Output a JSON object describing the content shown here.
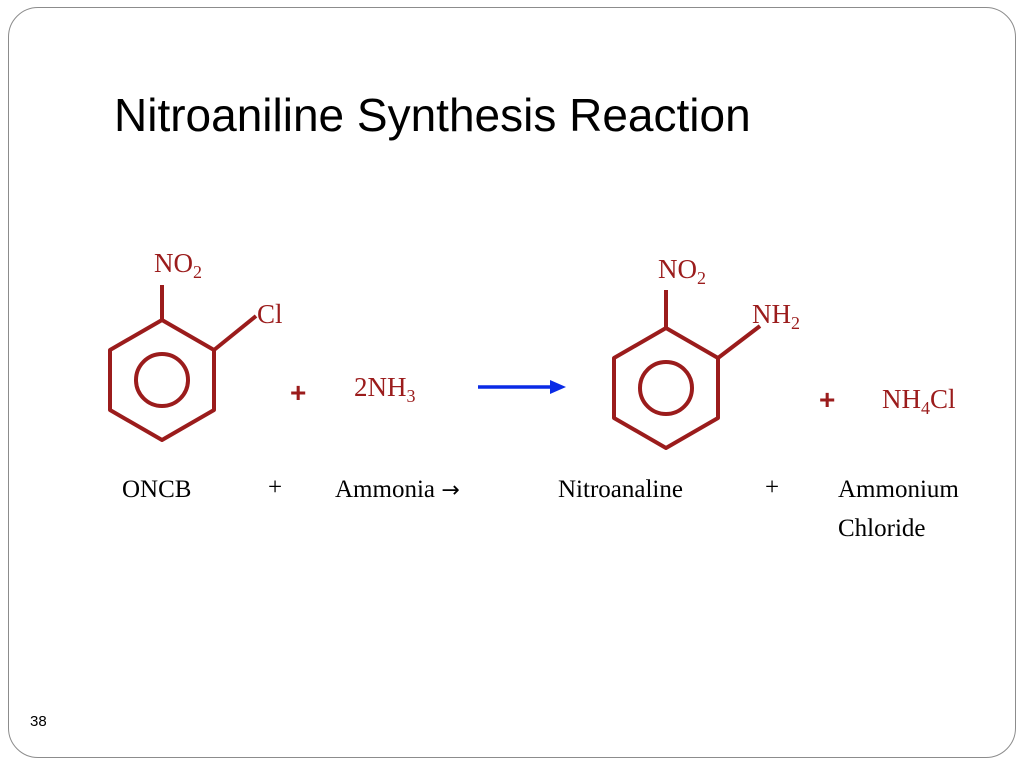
{
  "slide": {
    "title": "Nitroaniline Synthesis Reaction",
    "page_number": "38"
  },
  "colors": {
    "structure": "#9b1c1c",
    "arrow": "#0a2be6",
    "text": "#000000"
  },
  "reaction": {
    "reactant1": {
      "substituent_top": {
        "main": "NO",
        "sub": "2"
      },
      "substituent_side": "Cl"
    },
    "plus_sign": "+",
    "reagent": {
      "main": "2NH",
      "sub": "3"
    },
    "product1": {
      "substituent_top": {
        "main": "NO",
        "sub": "2"
      },
      "substituent_side": {
        "main": "NH",
        "sub": "2"
      }
    },
    "product2": {
      "main": "NH",
      "sub": "4",
      "tail": "Cl"
    }
  },
  "word_equation": {
    "reactant1": "ONCB",
    "plus1": "+",
    "reactant2": "Ammonia",
    "arrow": "→",
    "product1": "Nitroanaline",
    "plus2": "+",
    "product2_line1": "Ammonium",
    "product2_line2": "Chloride"
  }
}
